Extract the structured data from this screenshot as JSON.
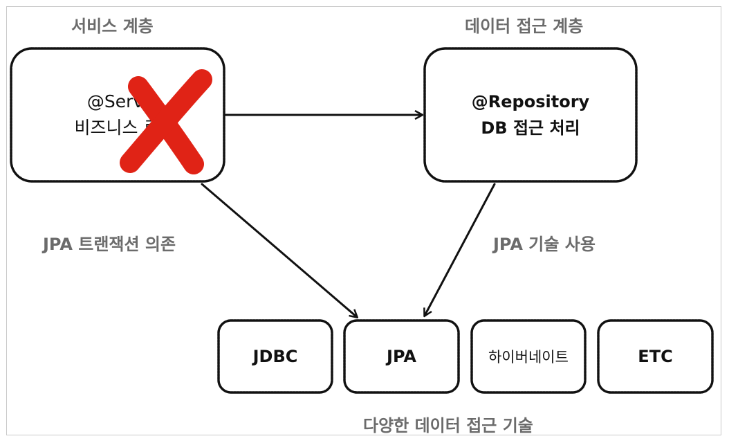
{
  "layers": {
    "service": "서비스 계층",
    "data_access": "데이터 접근 계층",
    "techs": "다양한 데이터 접근 기술"
  },
  "service_box": {
    "line1": "@Servi",
    "line2": "비즈니스 로"
  },
  "repository_box": {
    "line1": "@Repository",
    "line2": "DB 접근 처리"
  },
  "edges": {
    "service_to_jpa": "JPA 트랜잭션 의존",
    "repository_to_jpa": "JPA 기술 사용"
  },
  "tech_boxes": [
    "JDBC",
    "JPA",
    "하이버네이트",
    "ETC"
  ],
  "colors": {
    "cross": "#e02316",
    "label": "#6b6b6b",
    "stroke": "#111111"
  }
}
